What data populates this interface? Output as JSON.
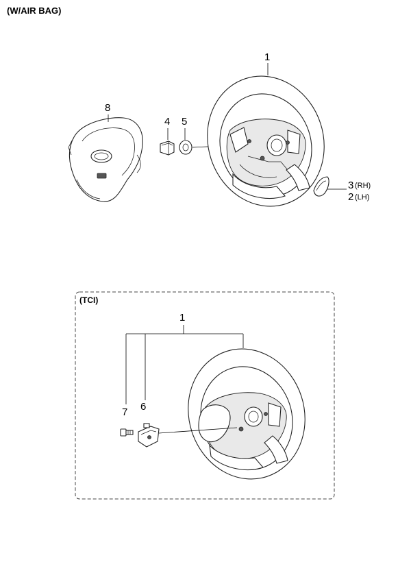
{
  "sections": {
    "airbag": {
      "title": "(W/AIR BAG)"
    },
    "tci": {
      "title": "(TCI)"
    }
  },
  "callouts": {
    "wheel_top": "1",
    "airbag_module": "8",
    "nut": "4",
    "washer": "5",
    "cover_rh": "3",
    "cover_rh_side": "(RH)",
    "cover_lh": "2",
    "cover_lh_side": "(LH)",
    "wheel_tci": "1",
    "bolt": "7",
    "bracket": "6"
  }
}
